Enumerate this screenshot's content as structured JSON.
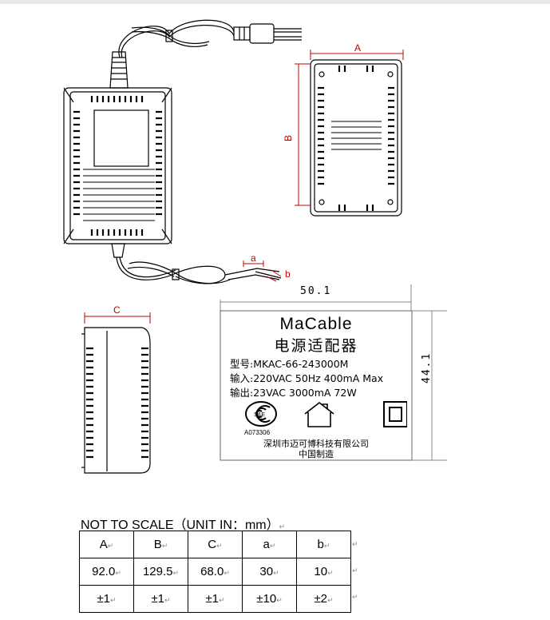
{
  "dimension_letters": {
    "a_upper": "A",
    "b_upper": "B",
    "c_upper": "C",
    "a_lower": "a",
    "b_lower": "b"
  },
  "label_dims": {
    "width": "50.1",
    "height": "44.1"
  },
  "nameplate": {
    "brand": "MaCable",
    "product": "电源适配器",
    "model_key": "型号:",
    "model_val": "MKAC-66-243000M",
    "input_key": "输入:",
    "input_val": "220VAC 50Hz 400mA Max",
    "output_key": "输出:",
    "output_val": "23VAC   3000mA   72W",
    "cert_code": "A073306",
    "cert_mark": "S&E",
    "manufacturer": "深圳市迈可博科技有限公司",
    "made_in": "中国制造"
  },
  "note": "NOT TO SCALE（UNIT IN：mm）",
  "return_mark": "↵",
  "spec_table": {
    "headers": [
      "A",
      "B",
      "C",
      "a",
      "b"
    ],
    "values": [
      "92.0",
      "129.5",
      "68.0",
      "30",
      "10"
    ],
    "tolerances": [
      "±1",
      "±1",
      "±1",
      "±10",
      "±2"
    ]
  }
}
